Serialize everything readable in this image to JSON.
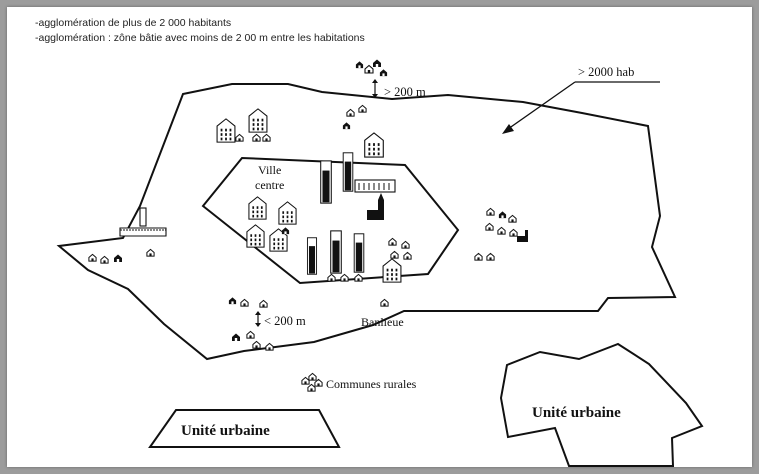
{
  "notes": {
    "line1": "-agglomération de plus de 2 000 habitants",
    "line2": "-agglomération : zône bâtie avec moins de 2 00 m entre les habitations"
  },
  "labels": {
    "distance_large": "> 200 m",
    "population": "> 2000 hab",
    "city_center_line1": "Ville",
    "city_center_line2": "centre",
    "distance_small": "< 200 m",
    "suburb": "Banlieue",
    "rural": "Communes rurales",
    "urban_unit_left": "Unité urbaine",
    "urban_unit_right": "Unité urbaine"
  },
  "colors": {
    "ink": "#111111",
    "background": "#ffffff",
    "frame": "#9c9c9c"
  }
}
